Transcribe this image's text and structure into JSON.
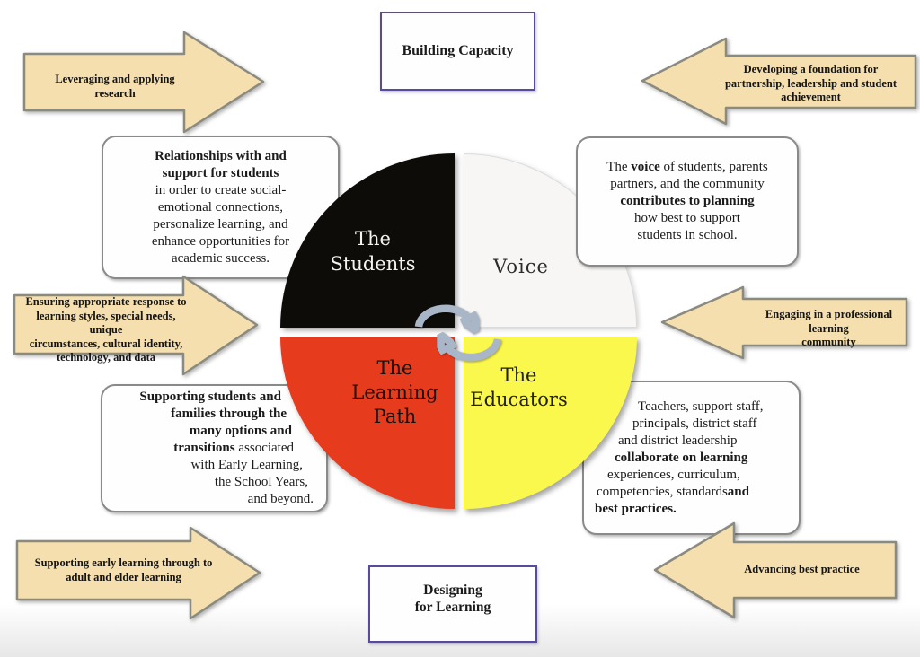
{
  "banners": {
    "top": {
      "label": "Building Capacity"
    },
    "bottom": {
      "lines": [
        "Designing",
        "for Learning"
      ]
    }
  },
  "arrows": {
    "top_left": {
      "direction": "right",
      "lines": [
        "Leveraging and applying research"
      ]
    },
    "top_right": {
      "direction": "left",
      "lines": [
        "Developing a foundation for",
        "partnership, leadership and student",
        "achievement"
      ]
    },
    "mid_left": {
      "direction": "right",
      "lines": [
        "Ensuring appropriate response to",
        "learning styles, special needs, unique",
        "circumstances, cultural identity,",
        "technology, and data"
      ]
    },
    "mid_right": {
      "direction": "left",
      "lines": [
        "Engaging in a professional learning",
        "community"
      ]
    },
    "bottom_left": {
      "direction": "right",
      "lines": [
        "Supporting early learning through to",
        "adult and elder learning"
      ]
    },
    "bottom_right": {
      "direction": "left",
      "lines": [
        "Advancing best practice"
      ]
    }
  },
  "callouts": {
    "students": {
      "lines": [
        [
          {
            "t": "Relationships with and",
            "b": true
          }
        ],
        [
          {
            "t": "support for students",
            "b": true
          }
        ],
        [
          {
            "t": "in order to create social-"
          }
        ],
        [
          {
            "t": "emotional connections,"
          }
        ],
        [
          {
            "t": "personalize learning, and"
          }
        ],
        [
          {
            "t": "enhance opportunities for"
          }
        ],
        [
          {
            "t": "academic success."
          }
        ]
      ]
    },
    "voice": {
      "lines": [
        [
          {
            "t": "The "
          },
          {
            "t": "voice",
            "b": true
          },
          {
            "t": " of students, parents"
          }
        ],
        [
          {
            "t": "partners, and the community"
          }
        ],
        [
          {
            "t": "contributes to planning",
            "b": true
          }
        ],
        [
          {
            "t": "how best to support"
          }
        ],
        [
          {
            "t": "students in school."
          }
        ]
      ]
    },
    "learning_path": {
      "lines": [
        [
          {
            "t": "Supporting students and",
            "b": true
          }
        ],
        [
          {
            "t": "families through the",
            "b": true
          }
        ],
        [
          {
            "t": "many options and",
            "b": true
          }
        ],
        [
          {
            "t": "transitions",
            "b": true
          },
          {
            "t": " associated"
          }
        ],
        [
          {
            "t": "with Early Learning,"
          }
        ],
        [
          {
            "t": "the School Years,"
          }
        ],
        [
          {
            "t": "and beyond."
          }
        ]
      ]
    },
    "educators": {
      "lines": [
        [
          {
            "t": "Teachers, support staff,"
          }
        ],
        [
          {
            "t": "principals, district staff"
          }
        ],
        [
          {
            "t": "and district leadership"
          }
        ],
        [
          {
            "t": "collaborate on learning",
            "b": true
          }
        ],
        [
          {
            "t": "experiences, curriculum,"
          }
        ],
        [
          {
            "t": "competencies, standards"
          },
          {
            "t": "and",
            "b": true
          }
        ],
        [
          {
            "t": "best practices.",
            "b": true
          }
        ]
      ]
    }
  },
  "wheel": {
    "quadrants": [
      {
        "id": "students",
        "label_lines": [
          "The",
          "Students"
        ],
        "color": "#0e0c09",
        "text_color": "#f5f3ee"
      },
      {
        "id": "voice",
        "label_lines": [
          "Voice"
        ],
        "color": "#f7f6f4",
        "text_color": "#2b2b2b"
      },
      {
        "id": "learning_path",
        "label_lines": [
          "The",
          "Learning",
          "Path"
        ],
        "color": "#e73b1e",
        "text_color": "#1d0f05"
      },
      {
        "id": "educators",
        "label_lines": [
          "The",
          "Educators"
        ],
        "color": "#fbf84d",
        "text_color": "#22220a"
      }
    ],
    "center_icon": "cycle-arrows-icon"
  },
  "colors": {
    "arrow_fill": "#f5dfae",
    "arrow_border": "#8a8a80",
    "banner_border": "#5a4a9e",
    "box_border": "#8a8a8a",
    "icon": "#a9b6c8"
  }
}
